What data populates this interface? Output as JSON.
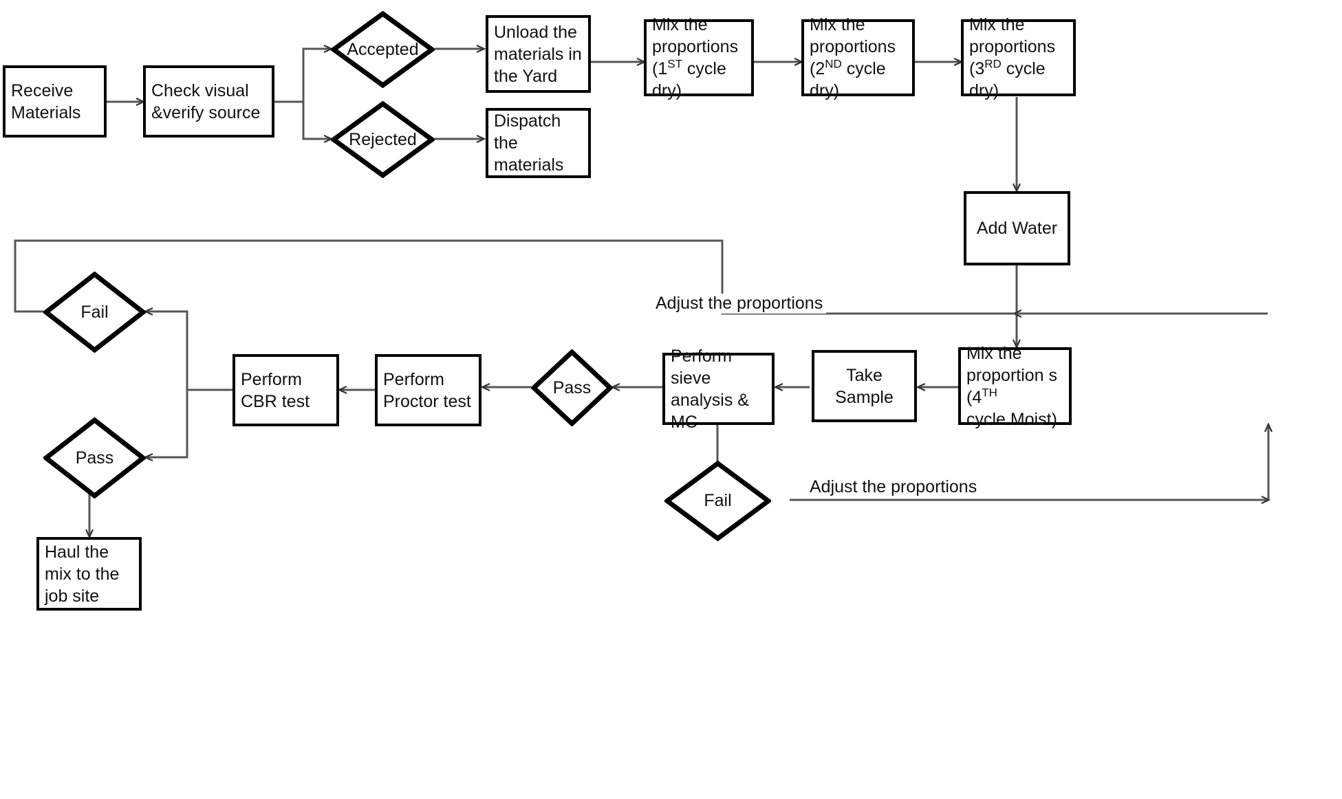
{
  "diagram": {
    "title": "Materials mixing and testing process flowchart",
    "type": "flowchart",
    "line_color": "#555555",
    "shape_border_color": "#000000",
    "background": "#ffffff"
  },
  "nodes": {
    "receive_materials": {
      "label": "Receive Materials",
      "shape": "process"
    },
    "check_visual": {
      "label": "Check visual &verify source",
      "shape": "process"
    },
    "accepted": {
      "label": "Accepted",
      "shape": "decision"
    },
    "rejected": {
      "label": "Rejected",
      "shape": "decision"
    },
    "unload_materials": {
      "label": "Unload the materials in the Yard",
      "shape": "process"
    },
    "dispatch_materials": {
      "label": "Dispatch the materials",
      "shape": "process"
    },
    "mix_cycle1": {
      "line1": "Mix the",
      "line2": "proportions",
      "line3_pre": "(1",
      "line3_sup": "ST",
      "line3_post": " cycle dry)",
      "shape": "process"
    },
    "mix_cycle2": {
      "line1": "Mix the",
      "line2": "proportions",
      "line3_pre": "(2",
      "line3_sup": "ND",
      "line3_post": " cycle  dry)",
      "shape": "process"
    },
    "mix_cycle3": {
      "line1": "Mix the",
      "line2": "proportions",
      "line3_pre": "(3",
      "line3_sup": "RD",
      "line3_post": " cycle  dry)",
      "shape": "process"
    },
    "add_water": {
      "label": "Add Water",
      "shape": "process"
    },
    "mix_cycle4": {
      "line1": "Mix the",
      "line2_pre": "proportion s (4",
      "line2_sup": "TH",
      "line3": "cycle Moist)",
      "shape": "process"
    },
    "take_sample": {
      "label": "Take Sample",
      "shape": "process"
    },
    "sieve_analysis": {
      "label": "Perform sieve analysis & MC",
      "shape": "process"
    },
    "sieve_fail": {
      "label": "Fail",
      "shape": "decision"
    },
    "sieve_pass": {
      "label": "Pass",
      "shape": "decision"
    },
    "proctor_test": {
      "label": "Perform Proctor test",
      "shape": "process"
    },
    "cbr_test": {
      "label": "Perform CBR test",
      "shape": "process"
    },
    "cbr_fail": {
      "label": "Fail",
      "shape": "decision"
    },
    "cbr_pass": {
      "label": "Pass",
      "shape": "decision"
    },
    "haul_mix": {
      "label": "Haul the mix to the job site",
      "shape": "process"
    }
  },
  "edge_labels": {
    "adjust_upper": "Adjust  the proportions",
    "adjust_lower": "Adjust  the proportions"
  },
  "flow": [
    "Receive Materials -> Check visual &verify source",
    "Check visual &verify source -> Accepted",
    "Check visual &verify source -> Rejected",
    "Accepted -> Unload the materials in the Yard",
    "Rejected -> Dispatch the materials",
    "Unload the materials in the Yard -> Mix the proportions (1ST cycle dry)",
    "Mix the proportions (1ST cycle dry) -> Mix the proportions (2ND cycle dry)",
    "Mix the proportions (2ND cycle dry) -> Mix the proportions (3RD cycle dry)",
    "Mix the proportions (3RD cycle dry) -> Add Water",
    "Add Water -> Mix the proportion s (4TH cycle Moist)",
    "Mix the proportion s (4TH cycle Moist) -> Take Sample",
    "Take Sample -> Perform sieve analysis & MC",
    "Perform sieve analysis & MC -> Pass",
    "Perform sieve analysis & MC -> Fail",
    "Fail -> Adjust  the proportions -> Mix the proportion s (4TH cycle Moist)",
    "Pass -> Perform Proctor test",
    "Perform Proctor test -> Perform CBR test",
    "Perform CBR test -> Fail",
    "Perform CBR test -> Pass",
    "Fail -> Adjust  the proportions -> Mix the proportion s (4TH cycle Moist)",
    "Pass -> Haul the mix to the job site"
  ]
}
